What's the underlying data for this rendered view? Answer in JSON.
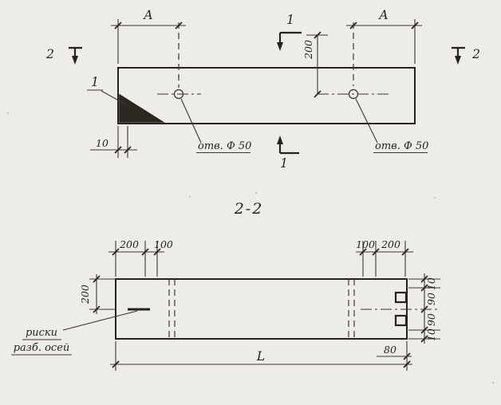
{
  "meta": {
    "paper_color": "#edece6",
    "ink_color": "#33302a",
    "drawing_kind": "beam plan and section technical drawing"
  },
  "top_view": {
    "dim_a_left": "А",
    "dim_a_right": "А",
    "section_1_top": "1",
    "section_1_bottom": "1",
    "section_2_left": "2",
    "section_2_right": "2",
    "dim_200": "200",
    "detail_callout": "1",
    "hole_left_label": "отв. Ф 50",
    "hole_right_label": "отв. Ф 50",
    "dim_10": "10"
  },
  "section_title": "2-2",
  "section_view": {
    "dim_top_left_200": "200",
    "dim_top_left_100": "100",
    "dim_top_right_100": "100",
    "dim_top_right_200": "200",
    "dim_height_200": "200",
    "dim_edge_10_top": "10",
    "dim_edge_90_top": "90",
    "dim_edge_90_bottom": "90",
    "dim_edge_10_bottom": "10",
    "dim_80": "80",
    "dim_length": "L",
    "axis_note_line1": "риски",
    "axis_note_line2": "разб. осей"
  }
}
